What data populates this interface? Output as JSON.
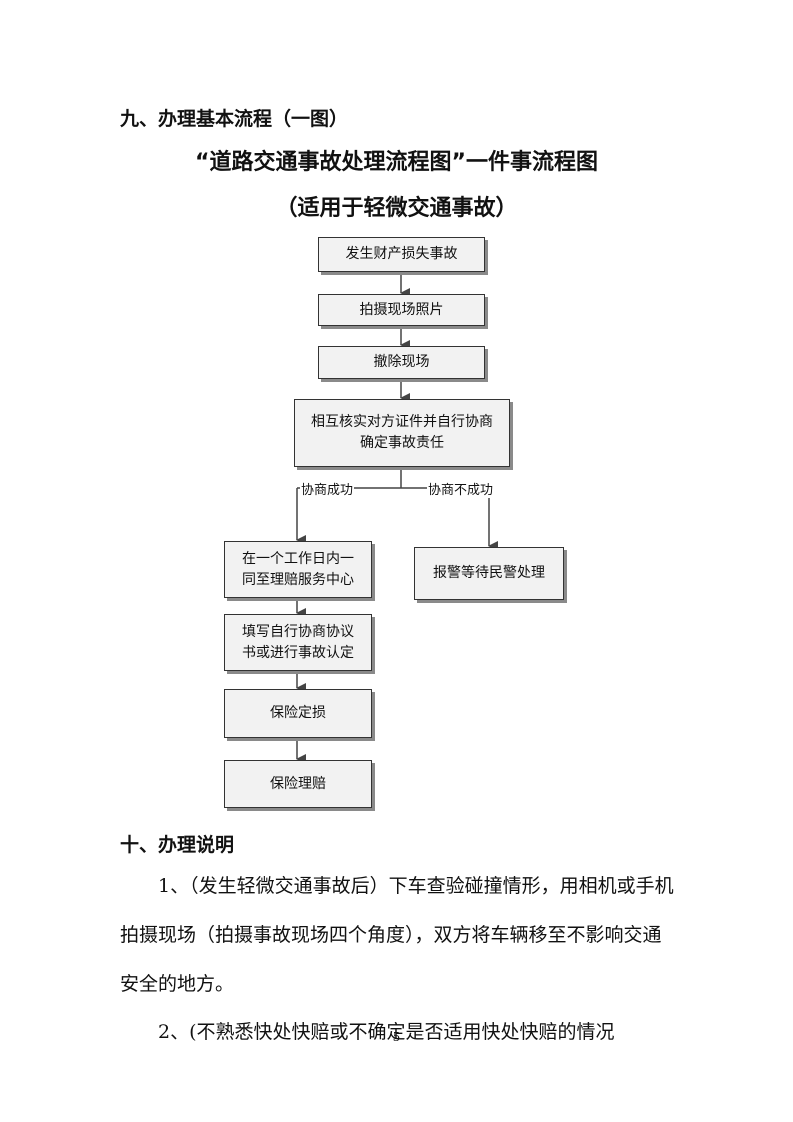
{
  "section9_heading": "九、办理基本流程（一图）",
  "title_line1": "“道路交通事故处理流程图”一件事流程图",
  "title_line2": "（适用于轻微交通事故）",
  "flow": {
    "step1": "发生财产损失事故",
    "step2": "拍摄现场照片",
    "step3": "撤除现场",
    "step4_line1": "相互核实对方证件并自行协商",
    "step4_line2": "确定事故责任",
    "branch_success": "协商成功",
    "branch_fail": "协商不成功",
    "left1_line1": "在一个工作日内一",
    "left1_line2": "同至理赔服务中心",
    "left2_line1": "填写自行协商协议",
    "left2_line2": "书或进行事故认定",
    "left3": "保险定损",
    "left4": "保险理赔",
    "right1": "报警等待民警处理"
  },
  "section10_heading": "十、办理说明",
  "para1": "1、（发生轻微交通事故后）下车查验碰撞情形，用相机或手机拍摄现场（拍摄事故现场四个角度），双方将车辆移至不影响交通安全的地方。",
  "para2": "2、(不熟悉快处快赔或不确定是否适用快处快赔的情况",
  "page_number": "5"
}
